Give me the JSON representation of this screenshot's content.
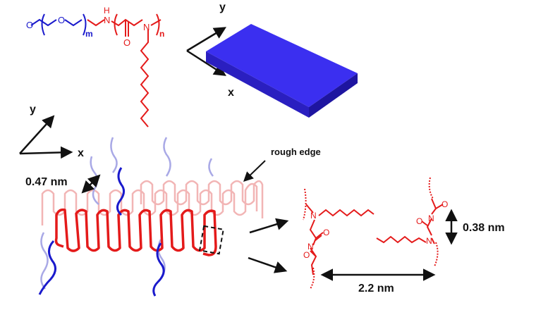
{
  "colors": {
    "peg": "#1a1acc",
    "peptoid": "#e41a1a",
    "sheet_top": "#3b2ff0",
    "sheet_side": "#2a1fc0",
    "ink": "#111111",
    "faded_red": "#f2b5b5",
    "faded_blue": "#a9a9e6"
  },
  "structure": {
    "peg_m": "m",
    "peptoid_n": "n",
    "atoms": {
      "O": "O",
      "N": "N",
      "H": "H"
    }
  },
  "axes_top": {
    "x": "x",
    "y": "y"
  },
  "axes_mid": {
    "x": "x",
    "y": "y"
  },
  "labels": {
    "spacing_047": "0.47 nm",
    "rough_edge": "rough edge",
    "spacing_038": "0.38 nm",
    "spacing_22": "2.2 nm"
  }
}
